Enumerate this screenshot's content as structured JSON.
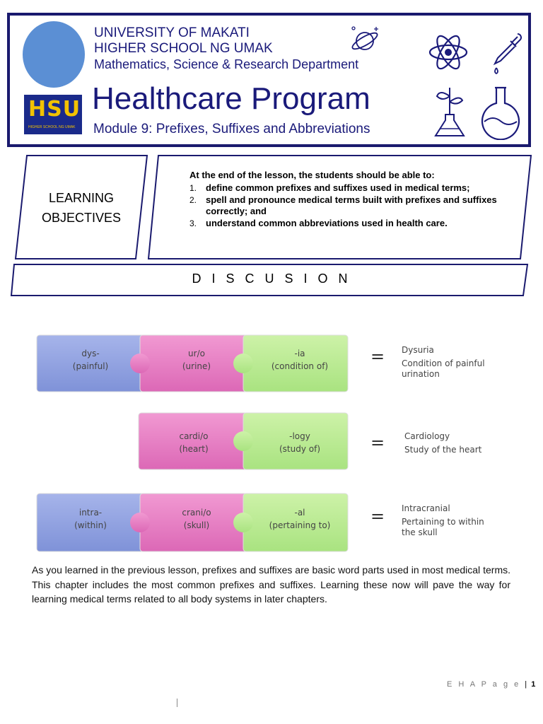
{
  "header": {
    "university": "UNIVERSITY OF MAKATI",
    "school": "HIGHER SCHOOL NG UMAK",
    "department": "Mathematics, Science & Research Department",
    "program_title": "Healthcare Program",
    "module_title": "Module 9: Prefixes, Suffixes and Abbreviations",
    "logo_text": "HSU",
    "logo_subtext": "HIGHER SCHOOL NG UMAK",
    "colors": {
      "navy": "#1a1a6e",
      "logo_circle": "#5b8fd4",
      "badge_yellow": "#f2c200"
    }
  },
  "objectives": {
    "label_line1": "LEARNING",
    "label_line2": "OBJECTIVES",
    "intro": "At the end of the lesson, the students should be able to:",
    "items": [
      {
        "num": "1.",
        "text": "define common prefixes and suffixes used in medical terms;"
      },
      {
        "num": "2.",
        "text": "spell and pronounce medical terms built with prefixes and suffixes correctly; and"
      },
      {
        "num": "3.",
        "text": "understand common abbreviations used in health care."
      }
    ]
  },
  "discussion": {
    "heading": "D I S C U S I O N"
  },
  "diagram": {
    "colors": {
      "prefix": "#8b9ee0",
      "root": "#e77bc4",
      "suffix": "#b6ea90"
    },
    "rows": [
      {
        "prefix": {
          "part": "dys-",
          "meaning": "(painful)"
        },
        "root": {
          "part": "ur/o",
          "meaning": "(urine)"
        },
        "suffix": {
          "part": "-ia",
          "meaning": "(condition of)"
        },
        "equals": "=",
        "term": "Dysuria",
        "definition": "Condition of painful urination"
      },
      {
        "root": {
          "part": "cardi/o",
          "meaning": "(heart)"
        },
        "suffix": {
          "part": "-logy",
          "meaning": "(study of)"
        },
        "equals": "=",
        "term": "Cardiology",
        "definition": "Study of the heart"
      },
      {
        "prefix": {
          "part": "intra-",
          "meaning": "(within)"
        },
        "root": {
          "part": "crani/o",
          "meaning": "(skull)"
        },
        "suffix": {
          "part": "-al",
          "meaning": "(pertaining to)"
        },
        "equals": "=",
        "term": "Intracranial",
        "definition": "Pertaining to within the skull"
      }
    ]
  },
  "body": {
    "paragraph": "As you learned in the previous lesson, prefixes and suffixes are basic word parts used in most medical terms. This chapter includes the most common prefixes and suffixes. Learning these now will pave the way for learning medical terms related to all body systems in later chapters."
  },
  "footer": {
    "label": "E H A P a g e",
    "separator": "|",
    "page": "1"
  }
}
